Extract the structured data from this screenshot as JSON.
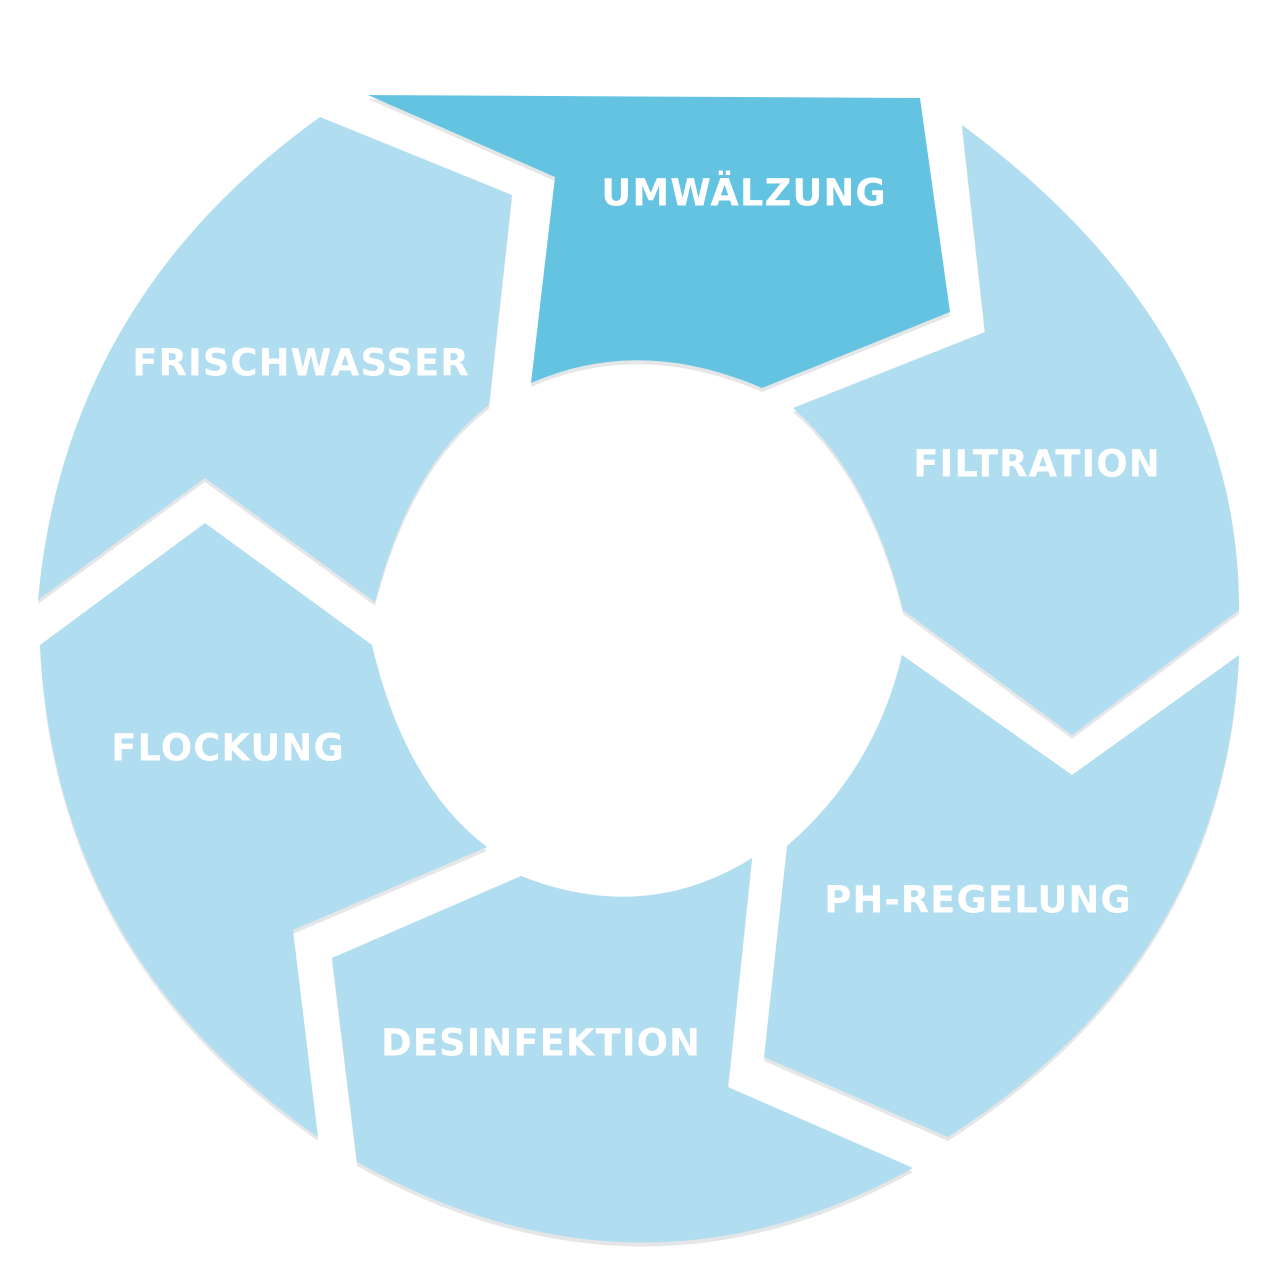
{
  "diagram": {
    "type": "cycle",
    "colors": {
      "highlight": "#63c3e1",
      "segment": "#b0ddef",
      "label": "#ffffff",
      "background": "#ffffff"
    },
    "segments": [
      {
        "label": "UMWÄLZUNG",
        "highlighted": true
      },
      {
        "label": "FILTRATION",
        "highlighted": false
      },
      {
        "label": "PH-REGELUNG",
        "highlighted": false
      },
      {
        "label": "DESINFEKTION",
        "highlighted": false
      },
      {
        "label": "FLOCKUNG",
        "highlighted": false
      },
      {
        "label": "FRISCHWASSER",
        "highlighted": false
      }
    ]
  }
}
